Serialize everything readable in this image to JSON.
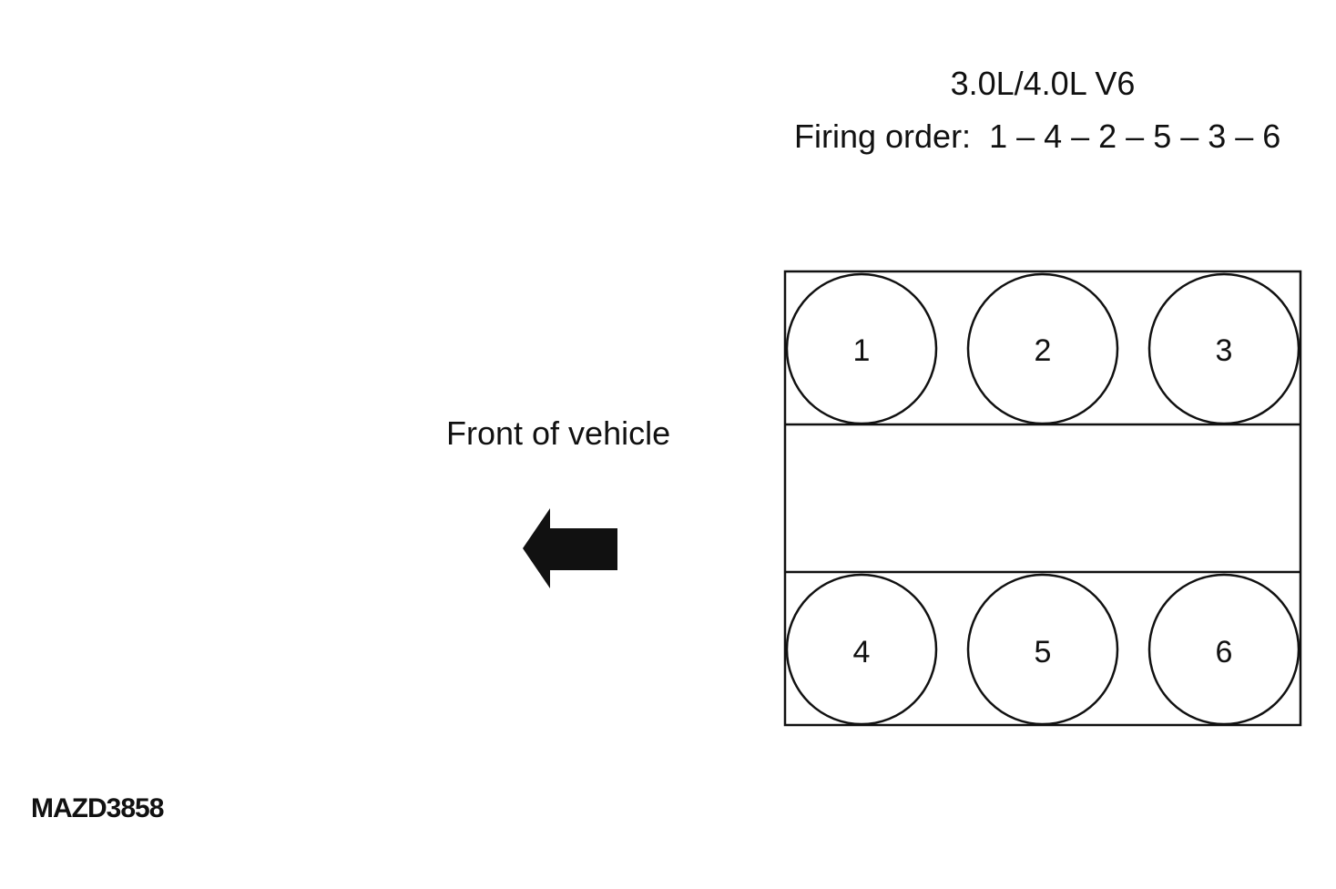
{
  "header": {
    "engine": "3.0L/4.0L V6",
    "firing_order": "Firing order:  1 – 4 – 2 – 5 – 3 – 6"
  },
  "front_label": "Front of vehicle",
  "figure_id": "MAZD3858",
  "cylinders": {
    "bank_top": [
      "1",
      "2",
      "3"
    ],
    "bank_bottom": [
      "4",
      "5",
      "6"
    ]
  }
}
